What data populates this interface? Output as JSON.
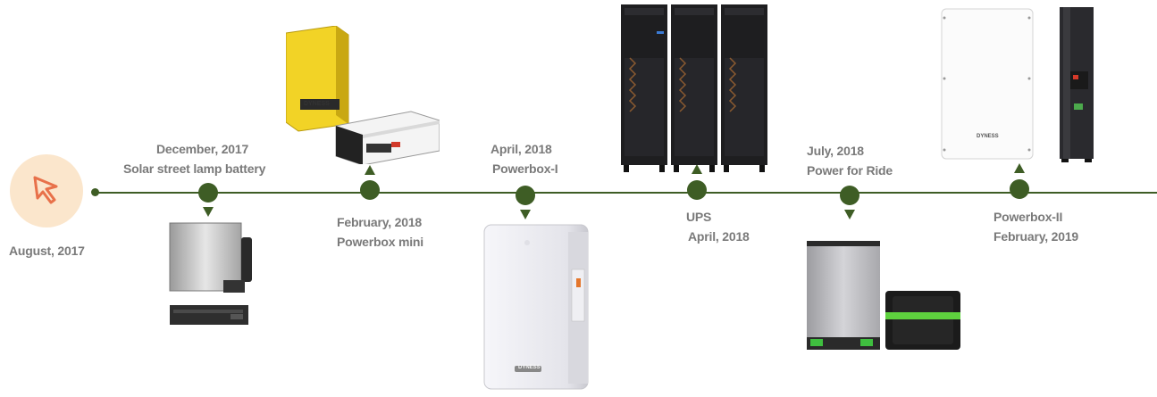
{
  "colors": {
    "line": "#3e5d25",
    "label": "#7a7a7a",
    "start_circle": "#fbe6cc",
    "cursor_icon": "#e8714a"
  },
  "start": {
    "icon": "cursor-arrow-icon",
    "date": "August, 2017"
  },
  "milestones": [
    {
      "date": "December, 2017",
      "name": "Solar street lamp battery"
    },
    {
      "date": "February, 2018",
      "name": "Powerbox mini"
    },
    {
      "date": "April, 2018",
      "name": "Powerbox-I"
    },
    {
      "name": "UPS",
      "date": "April, 2018"
    },
    {
      "date": "July, 2018",
      "name": "Power for Ride"
    },
    {
      "name": "Powerbox-II",
      "date": "February, 2019"
    }
  ],
  "products": {
    "powerbox_mini_brand": "DYNESS",
    "powerbox_i_brand": "DYNESS",
    "powerbox_ii_brand": "DYNESS"
  }
}
